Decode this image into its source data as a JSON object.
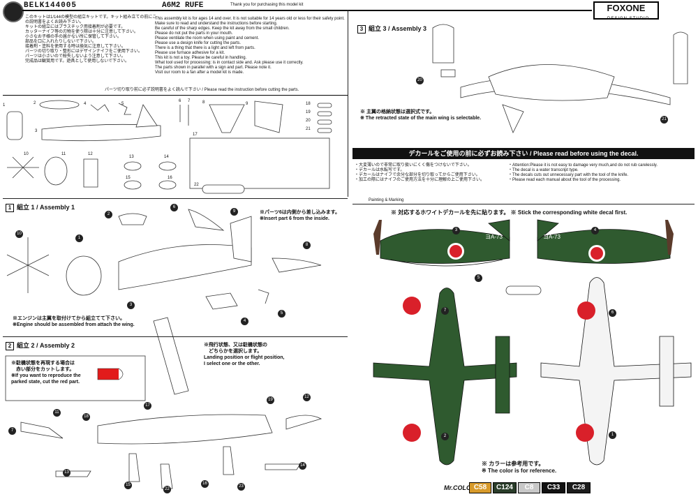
{
  "header": {
    "code": "BELK144005",
    "title": "A6M2 RUFE",
    "subtitle": "Thank you for purchasing this model kit",
    "brand": "FOXONE",
    "brand_sub": "DESIGN STUDIO"
  },
  "intro": {
    "jp_lines": [
      "このキットは1/144の模型の組立キットです。キット組み立ての前にこの説明書をよくお読み下さい。",
      "キットの組立にはプラスチック用接着剤が必要です。",
      "カッターナイフ等の刃物を使う際は十分に注意して下さい。",
      "小さなお子様の手の届かない所に保管して下さい。",
      "部品を口に入れたりしないで下さい。",
      "接着剤・塗料を使用する時は換気に注意して下さい。",
      "パーツの切り取り・整形にはデザインナイフをご使用下さい。",
      "パーツは小さいので紛失しないよう注意して下さい。",
      "完成品は観賞用です。遊具として使用しないで下さい。"
    ],
    "en_lines": [
      "This assembly kit is for ages 14 and over. It is not suitable for 14 years old or less for their safety point.",
      "Make sure to read and understand the instructions before starting.",
      "Be careful of the sharp edges. Keep the kit away from the small children.",
      "Please do not put the parts in your mouth.",
      "Please ventilate the room when using paint and cement.",
      "Please use a design knife for cutting the parts.",
      "There is a thing that there is a light and left from parts.",
      "Please use furnace adhesive for a kit.",
      "This kit is not a toy. Please be careful in handling.",
      "What tool used for processing: is in contact side and. Ask please use it correctly.",
      "The parts shown in parallel with a sign and part. Please note it.",
      "Visit our room to a fan after a model kit is made."
    ],
    "notice": "パーツ切り取り前に必ず説明書をよく読んで下さい / Please read the instruction before cutting the parts."
  },
  "parts": {
    "labels": [
      "1",
      "2",
      "3",
      "4",
      "5",
      "6",
      "7",
      "8",
      "9",
      "10",
      "11",
      "12",
      "13",
      "14",
      "15",
      "16",
      "17",
      "18",
      "19",
      "20",
      "21",
      "22"
    ]
  },
  "assembly1": {
    "label": "組立 1 / Assembly 1",
    "num": "1",
    "note_jp": "※パーツ6は内側から差し込みます。",
    "note_en": "※Insert part 6 from the inside.",
    "engine_jp": "※エンジンは主翼を取付けてから組立てて下さい。",
    "engine_en": "※Engine should be assembled from attach the wing."
  },
  "assembly2": {
    "label": "組立 2 / Assembly 2",
    "num": "2",
    "note_jp1": "※飛行状態、又は駐機状態の",
    "note_jp2": "　どちらかを選択します。",
    "note_en1": "Landing position or flight position,",
    "note_en2": "I select one or the other.",
    "parked_jp1": "※駐機状態を再現する場合は",
    "parked_jp2": "　赤い部分をカットします。",
    "parked_en1": "※If you want to reproduce the",
    "parked_en2": "parked state, cut the red part."
  },
  "assembly3": {
    "label": "組立 3 / Assembly 3",
    "num": "3",
    "note_jp": "※ 主翼の格納状態は選択式です。",
    "note_en": "※ The retracted state of the main wing is selectable."
  },
  "decal": {
    "header": "デカールをご使用の前に必ずお読み下さい / Please read before using the decal.",
    "jp_lines": [
      "・大変薄いので非常に取り扱いにくく傷をつけないで下さい。",
      "・デカールは水転写です。",
      "・デカールはナイフで余分な部分を切り取ってからご使用下さい。",
      "・加工の際にはナイフのご使用方法を十分に理解の上ご使用下さい。"
    ],
    "en_lines": [
      "・Attention:Please it is not easy to damage very much,and do not rub carelessly.",
      "・The decal is a water transcript type.",
      "・The decals cuts out unnecessary part with the tool of the knife.",
      "・Please read each manual about the tool of the processing."
    ],
    "painting_label": "Painting & Marking",
    "white_first": "※ 対応するホワイトデカールを先に貼ります。 ※ Stick the corresponding white decal first.",
    "tail_code": "ヨA-73",
    "color_ref_jp": "※ カラーは参考用です。",
    "color_ref_en": "※ The color is for reference."
  },
  "colors": {
    "label": "Mr.COLOR",
    "swatches": [
      {
        "code": "C58",
        "bg": "#d79a2b",
        "fg": "#fff"
      },
      {
        "code": "C124",
        "bg": "#2a3d2a",
        "fg": "#fff"
      },
      {
        "code": "C8",
        "bg": "#c8c8c8",
        "fg": "#fff"
      },
      {
        "code": "C33",
        "bg": "#111111",
        "fg": "#fff"
      },
      {
        "code": "C28",
        "bg": "#1c1c1c",
        "fg": "#fff"
      }
    ],
    "green": "#2f5a2f",
    "red": "#d9202a",
    "white": "#f4f4f4"
  },
  "callouts": [
    "1",
    "2",
    "3",
    "4",
    "5",
    "6",
    "7",
    "8",
    "9",
    "10",
    "11",
    "12",
    "13",
    "14",
    "15",
    "16",
    "17",
    "18",
    "19",
    "20",
    "21",
    "22",
    "23"
  ]
}
